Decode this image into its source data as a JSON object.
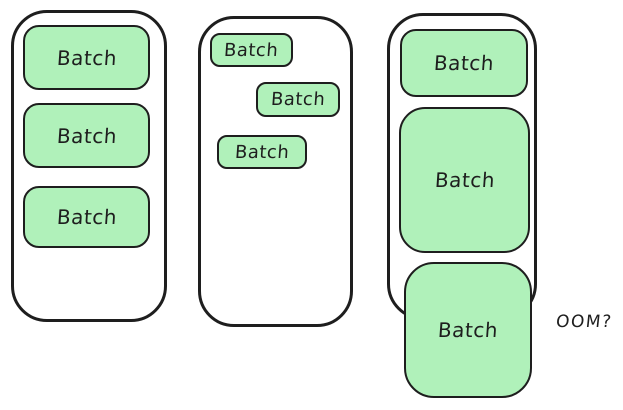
{
  "colors": {
    "batch_fill": "#b0f1ba",
    "stroke": "#1e1e1e",
    "background": "#ffffff"
  },
  "diagram": {
    "containers": [
      {
        "id": "container-1",
        "batches": [
          {
            "label": "Batch"
          },
          {
            "label": "Batch"
          },
          {
            "label": "Batch"
          }
        ]
      },
      {
        "id": "container-2",
        "batches": [
          {
            "label": "Batch"
          },
          {
            "label": "Batch"
          },
          {
            "label": "Batch"
          }
        ]
      },
      {
        "id": "container-3",
        "batches": [
          {
            "label": "Batch"
          },
          {
            "label": "Batch"
          },
          {
            "label": "Batch"
          }
        ]
      }
    ],
    "annotation": {
      "label": "OOM?"
    }
  }
}
